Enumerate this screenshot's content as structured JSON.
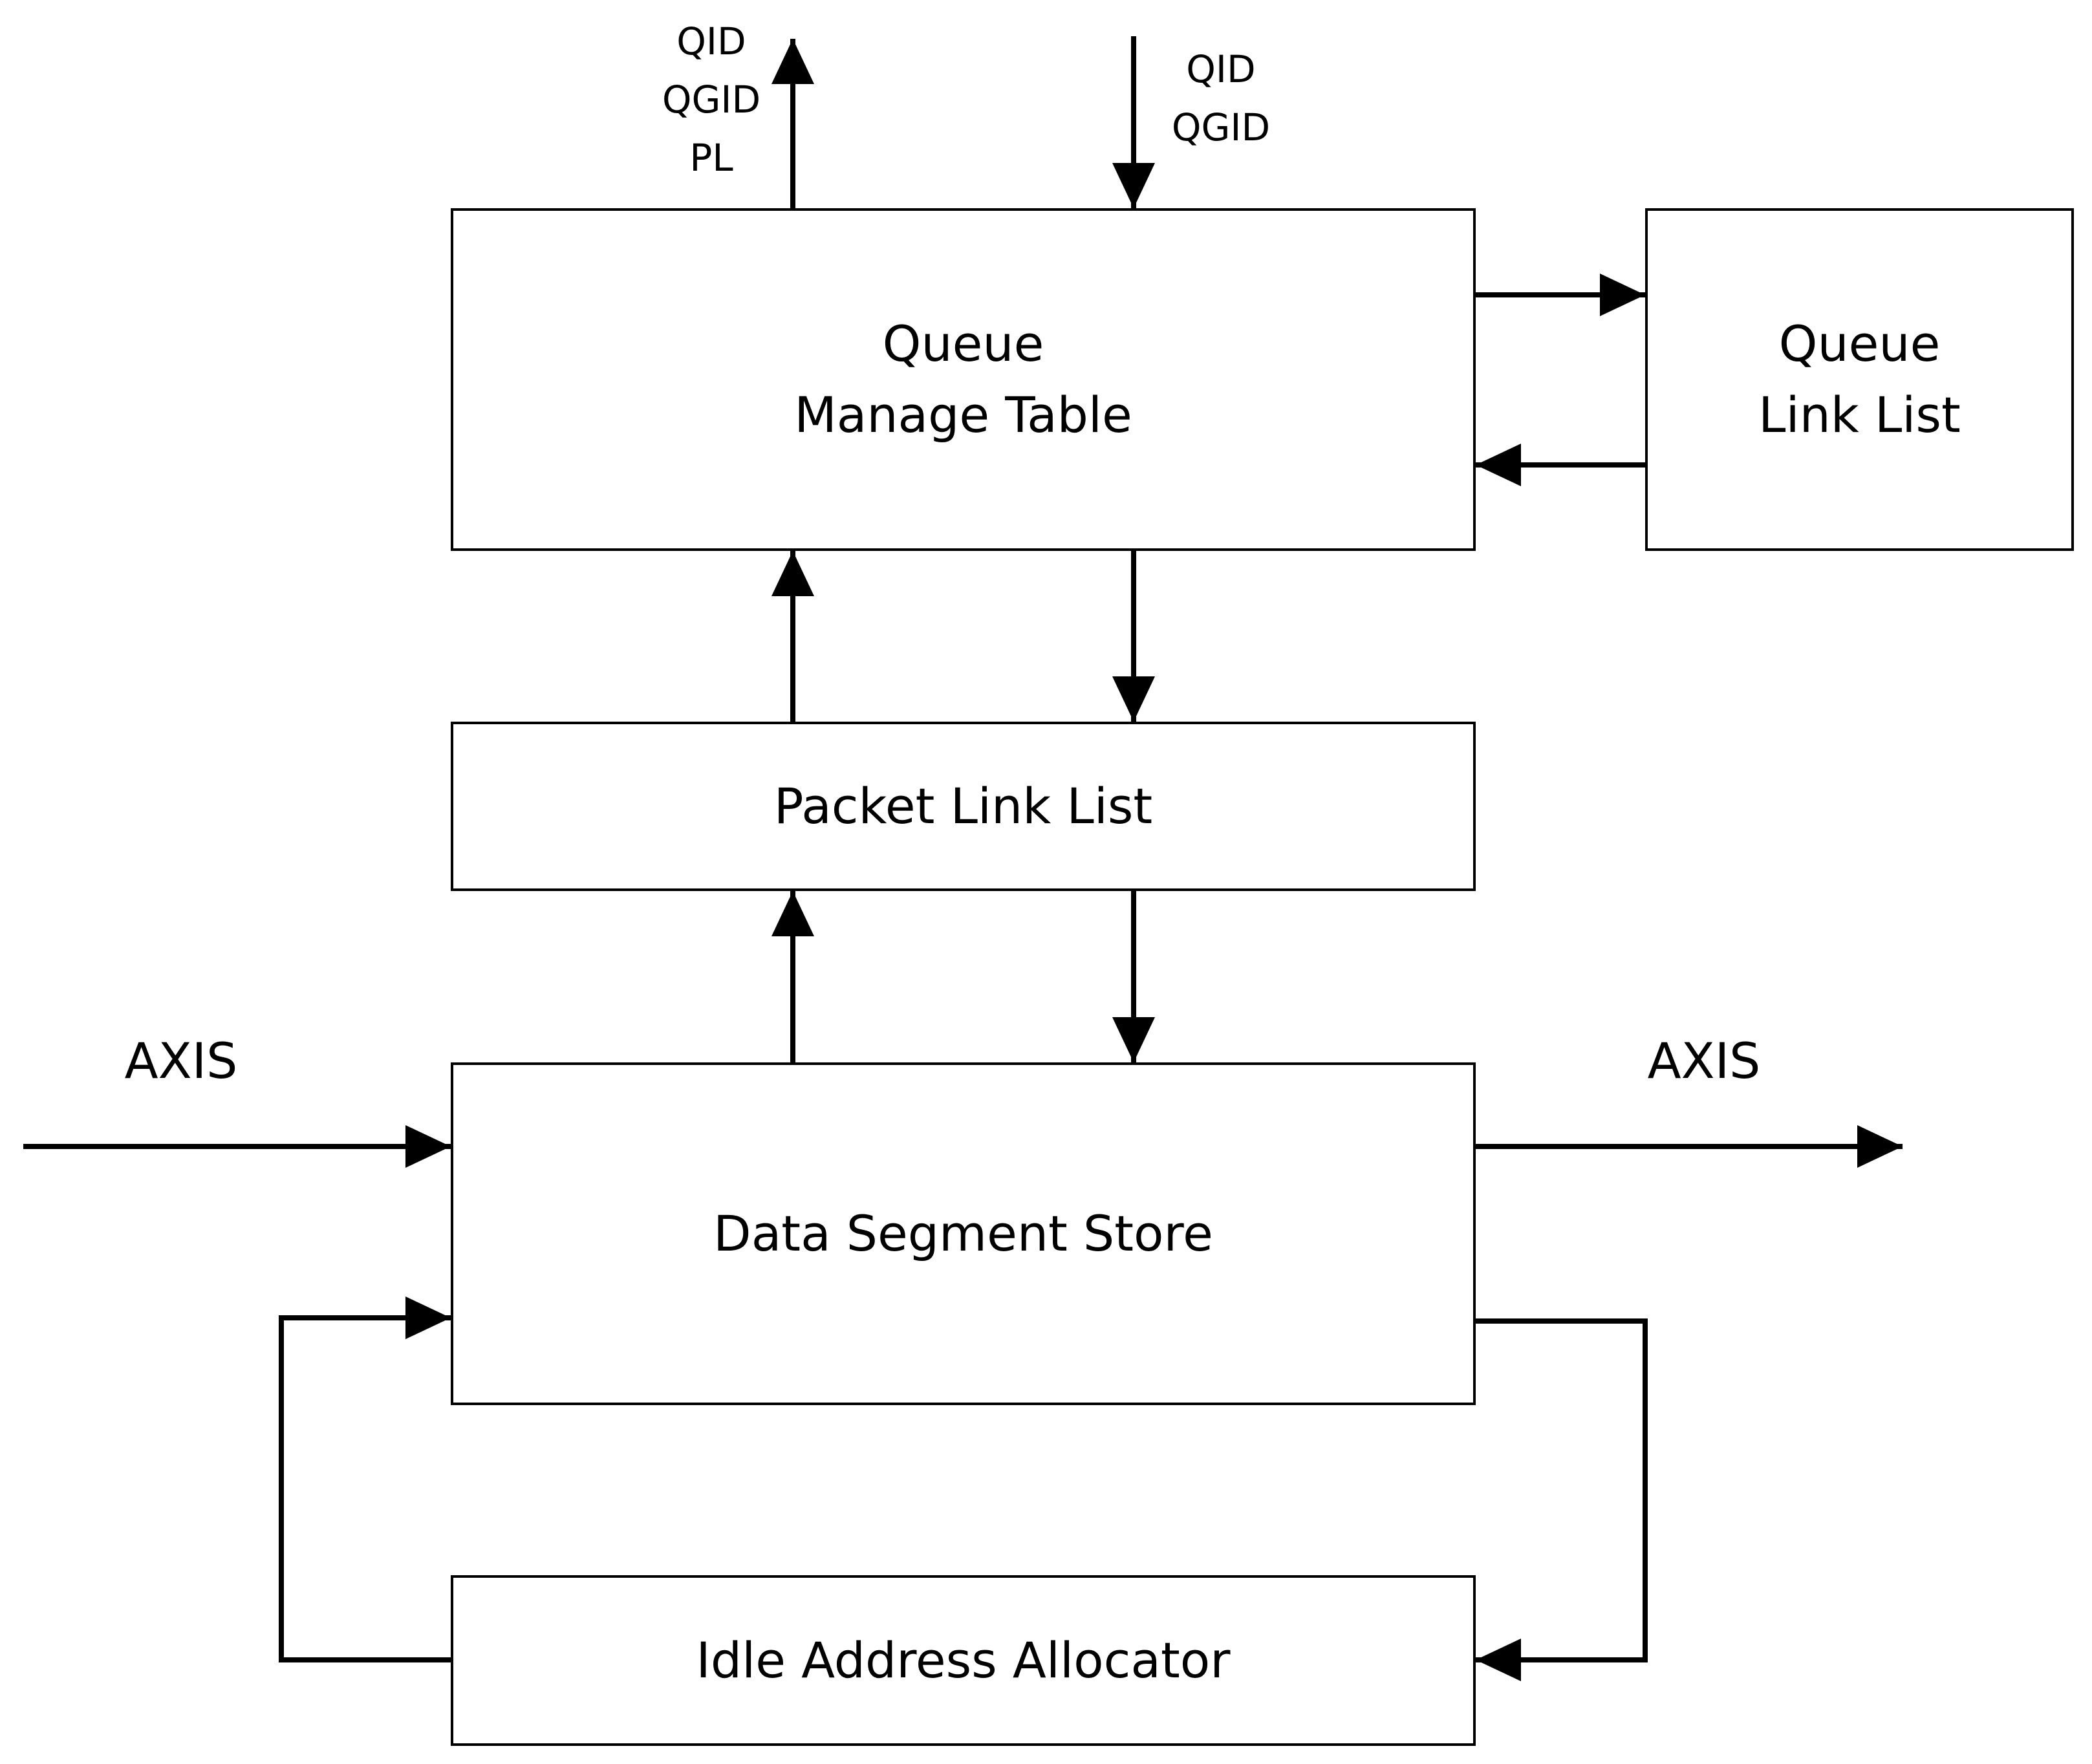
{
  "blocks": {
    "queue_manage_table": {
      "line1": "Queue",
      "line2": "Manage Table"
    },
    "queue_link_list": {
      "line1": "Queue",
      "line2": "Link List"
    },
    "packet_link_list": {
      "label": "Packet Link List"
    },
    "data_segment_store": {
      "label": "Data Segment Store"
    },
    "idle_address_allocator": {
      "label": "Idle Address Allocator"
    }
  },
  "signals": {
    "output_top": [
      "QID",
      "QGID",
      "PL"
    ],
    "input_top": [
      "QID",
      "QGID"
    ],
    "axis_in": "AXIS",
    "axis_out": "AXIS"
  },
  "colors": {
    "line": "#000000",
    "background": "#ffffff"
  }
}
